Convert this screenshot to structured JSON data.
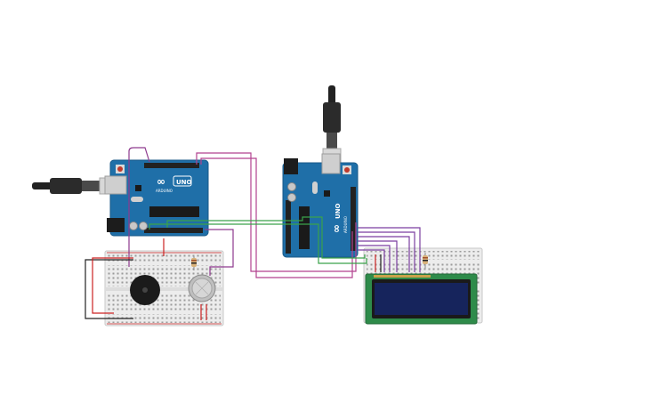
{
  "circuit": {
    "board_left": {
      "logo": "∞",
      "label": "UNO",
      "brand": "ARDUINO"
    },
    "board_right": {
      "logo": "∞",
      "label": "UNO",
      "brand": "ARDUINO"
    },
    "components": {
      "buzzer": "piezo-buzzer",
      "gas_sensor": "gas-sensor",
      "resistor_left": "resistor",
      "resistor_right": "resistor",
      "lcd": "lcd-16x2"
    },
    "colors": {
      "board": "#1f6fa8",
      "breadboard": "#e9e9e9",
      "wire_purple": "#8e3a8e",
      "wire_magenta": "#b2428f",
      "wire_green": "#3aa24a",
      "wire_black": "#222222",
      "wire_red": "#cc2222",
      "lcd_pcb": "#2e8b4a",
      "lcd_screen": "#16245c"
    }
  }
}
